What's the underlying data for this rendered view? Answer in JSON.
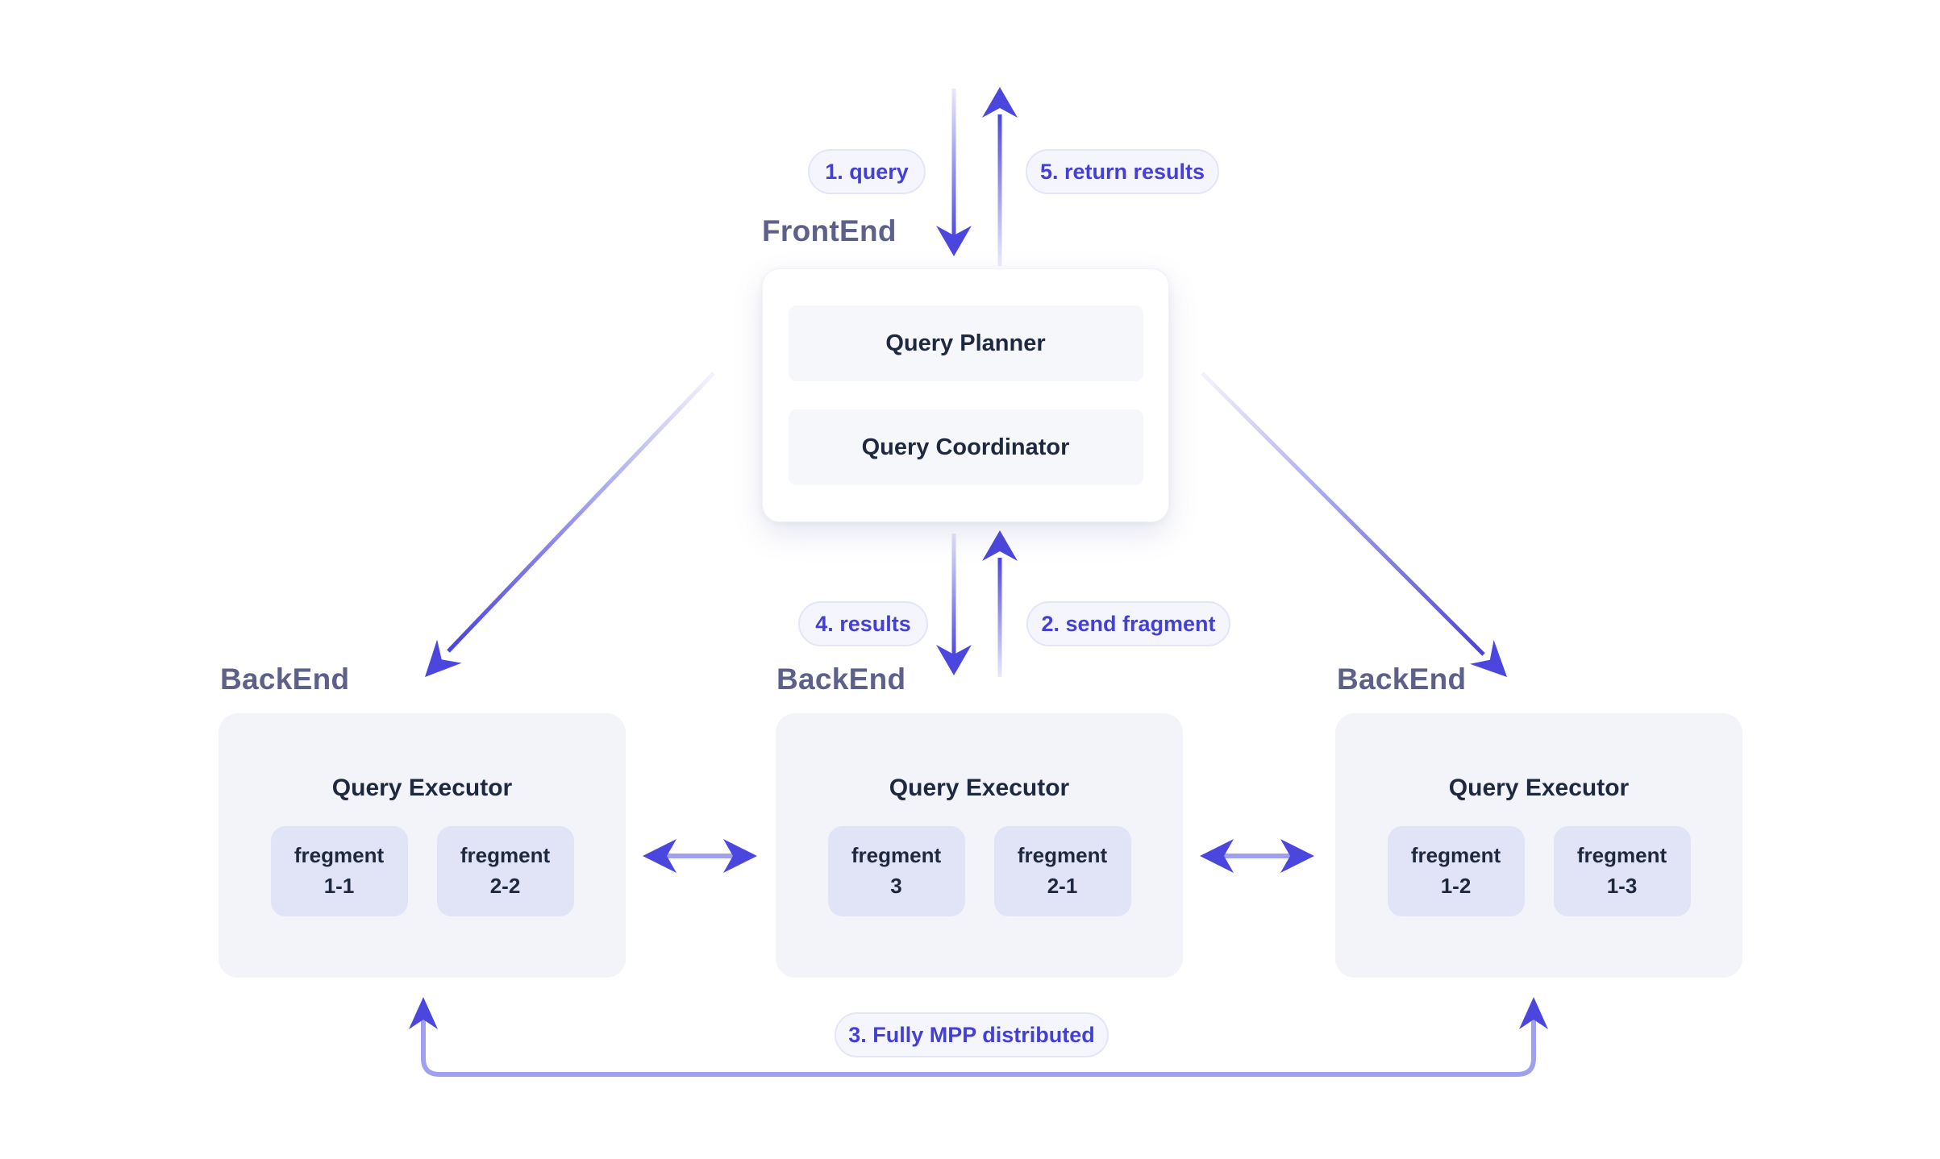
{
  "colors": {
    "accent": "#4b46dd",
    "accent_light": "#9fa1f0",
    "heading_text": "#5d6189",
    "dark_text": "#1e2940",
    "pill_bg": "#f4f5fd",
    "pill_border": "#e4e6f7",
    "pill_text": "#4540d4",
    "backend_box_bg": "#f3f4fa",
    "fragment_bg": "#e1e3f7",
    "card_inner_bg": "#f6f7fb"
  },
  "flow_labels": {
    "query": "1. query",
    "return_results": "5. return results",
    "send_fragment": "2. send fragment",
    "results": "4. results",
    "mpp_distributed": "3. Fully MPP distributed"
  },
  "frontend": {
    "label": "FrontEnd",
    "planner": "Query Planner",
    "coordinator": "Query Coordinator"
  },
  "backends": [
    {
      "label": "BackEnd",
      "executor": "Query Executor",
      "fragments": [
        {
          "name": "fregment",
          "id": "1-1"
        },
        {
          "name": "fregment",
          "id": "2-2"
        }
      ]
    },
    {
      "label": "BackEnd",
      "executor": "Query Executor",
      "fragments": [
        {
          "name": "fregment",
          "id": "3"
        },
        {
          "name": "fregment",
          "id": "2-1"
        }
      ]
    },
    {
      "label": "BackEnd",
      "executor": "Query Executor",
      "fragments": [
        {
          "name": "fregment",
          "id": "1-2"
        },
        {
          "name": "fregment",
          "id": "1-3"
        }
      ]
    }
  ]
}
